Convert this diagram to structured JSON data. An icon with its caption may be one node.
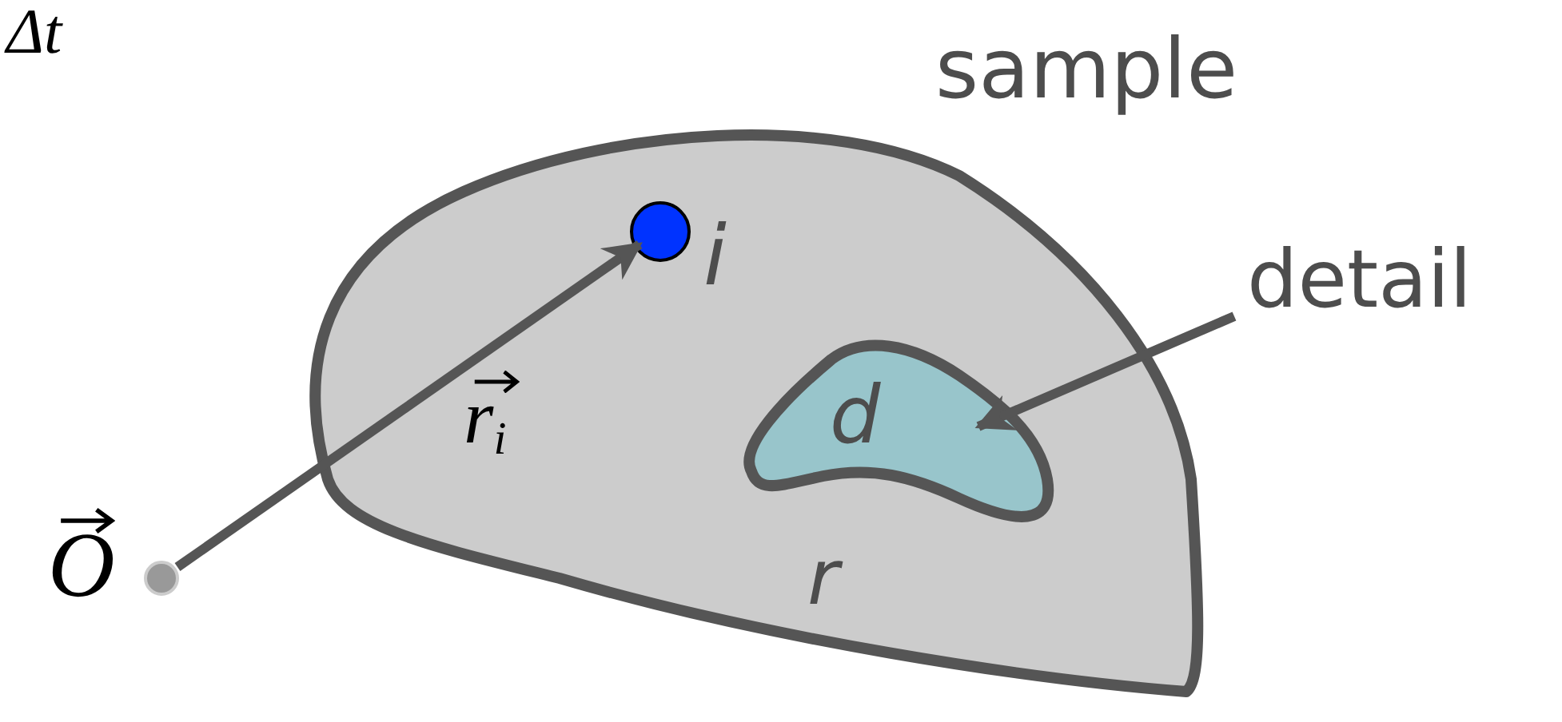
{
  "diagram": {
    "nodes": [
      {
        "text": [
          "sample",
          "r"
        ]
      },
      {
        "text": [
          "d"
        ],
        "in": 0
      },
      {
        "text": [
          "i"
        ],
        "in": 0
      },
      {
        "text": [
          "detail"
        ]
      },
      {
        "text": [
          "O⃗"
        ]
      }
    ],
    "edges": [
      {
        "from": 4,
        "to": 2,
        "arrow": "to",
        "label": "r⃗$_{i}$"
      },
      {
        "from": 3,
        "to": 1,
        "arrow": "to"
      }
    ],
    "labels": [
      "Δt"
    ]
  }
}
